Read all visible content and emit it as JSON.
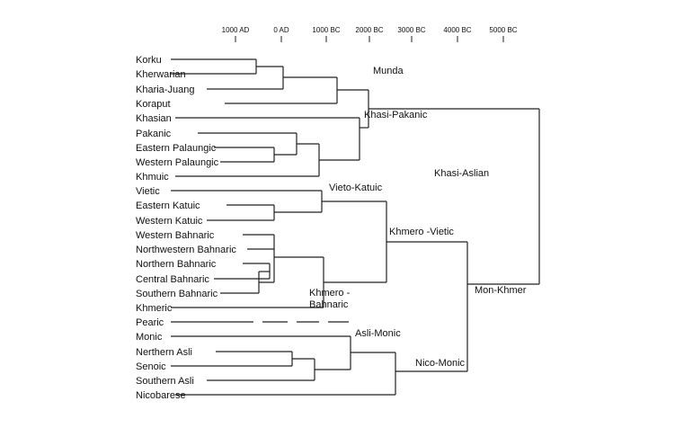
{
  "time_axis": {
    "ticks": [
      "1000 AD",
      "0 AD",
      "1000 BC",
      "2000 BC",
      "3000 BC",
      "4000 BC",
      "5000 BC"
    ]
  },
  "leaves": [
    {
      "id": "korku",
      "label": "Korku"
    },
    {
      "id": "kherwarian",
      "label": "Kherwarian"
    },
    {
      "id": "kharia-juang",
      "label": "Kharia-Juang"
    },
    {
      "id": "koraput",
      "label": "Koraput"
    },
    {
      "id": "khasian",
      "label": "Khasian"
    },
    {
      "id": "pakanic",
      "label": "Pakanic"
    },
    {
      "id": "eastern-palaungic",
      "label": "Eastern Palaungic"
    },
    {
      "id": "western-palaungic",
      "label": "Western Palaungic"
    },
    {
      "id": "khmuic",
      "label": "Khmuic"
    },
    {
      "id": "vietic",
      "label": "Vietic"
    },
    {
      "id": "eastern-katuic",
      "label": "Eastern Katuic"
    },
    {
      "id": "western-katuic",
      "label": "Western Katuic"
    },
    {
      "id": "western-bahnaric",
      "label": "Western Bahnaric"
    },
    {
      "id": "northwestern-bahnaric",
      "label": "Northwestern Bahnaric"
    },
    {
      "id": "northern-bahnaric",
      "label": "Northern Bahnaric"
    },
    {
      "id": "central-bahnaric",
      "label": "Central Bahnaric"
    },
    {
      "id": "southern-bahnaric",
      "label": "Southern Bahnaric"
    },
    {
      "id": "khmeric",
      "label": "Khmeric"
    },
    {
      "id": "pearic",
      "label": "Pearic"
    },
    {
      "id": "monic",
      "label": "Monic"
    },
    {
      "id": "northern-asli",
      "label": "Nerthern Asli"
    },
    {
      "id": "senoic",
      "label": "Senoic"
    },
    {
      "id": "southern-asli",
      "label": "Southern Asli"
    },
    {
      "id": "nicobarese",
      "label": "Nicobarese"
    }
  ],
  "clades": [
    {
      "id": "munda",
      "label": "Munda"
    },
    {
      "id": "khasi-pakanic",
      "label": "Khasi-Pakanic"
    },
    {
      "id": "khasi-aslian",
      "label": "Khasi-Aslian"
    },
    {
      "id": "vieto-katuic",
      "label": "Vieto-Katuic"
    },
    {
      "id": "khmero-vietic",
      "label": "Khmero -Vietic"
    },
    {
      "id": "khmero-bahnaric-1",
      "label": "Khmero -"
    },
    {
      "id": "khmero-bahnaric-2",
      "label": "Bahnaric"
    },
    {
      "id": "mon-khmer",
      "label": "Mon-Khmer"
    },
    {
      "id": "asli-monic",
      "label": "Asli-Monic"
    },
    {
      "id": "nico-monic",
      "label": "Nico-Monic"
    }
  ]
}
